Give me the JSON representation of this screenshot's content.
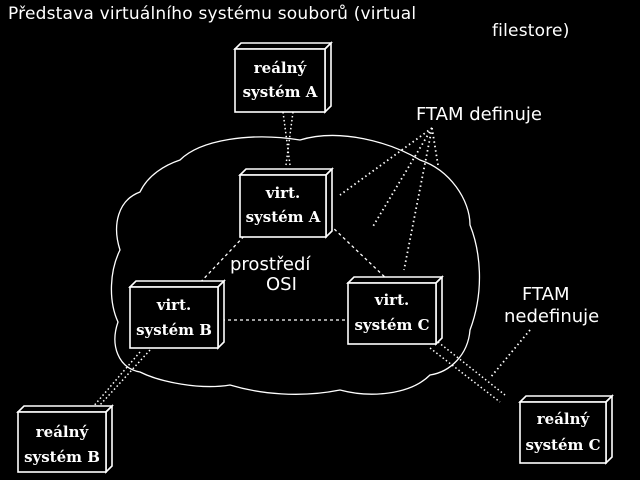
{
  "title": {
    "line1": "Představa virtuálního systému souborů (virtual",
    "line2": "filestore)"
  },
  "cloud_label": {
    "line1": "prostředí",
    "line2": "OSI"
  },
  "annotations": {
    "defines": "FTAM definuje",
    "not_defines_line1": "FTAM",
    "not_defines_line2": "nedefinuje"
  },
  "boxes": {
    "real_a": {
      "line1": "reálný",
      "line2": "systém A"
    },
    "real_b": {
      "line1": "reálný",
      "line2": "systém B"
    },
    "real_c": {
      "line1": "reálný",
      "line2": "systém C"
    },
    "virt_a": {
      "line1": "virt.",
      "line2": "systém A"
    },
    "virt_b": {
      "line1": "virt.",
      "line2": "systém B"
    },
    "virt_c": {
      "line1": "virt.",
      "line2": "systém C"
    }
  },
  "colors": {
    "background": "#000000",
    "foreground": "#ffffff"
  }
}
